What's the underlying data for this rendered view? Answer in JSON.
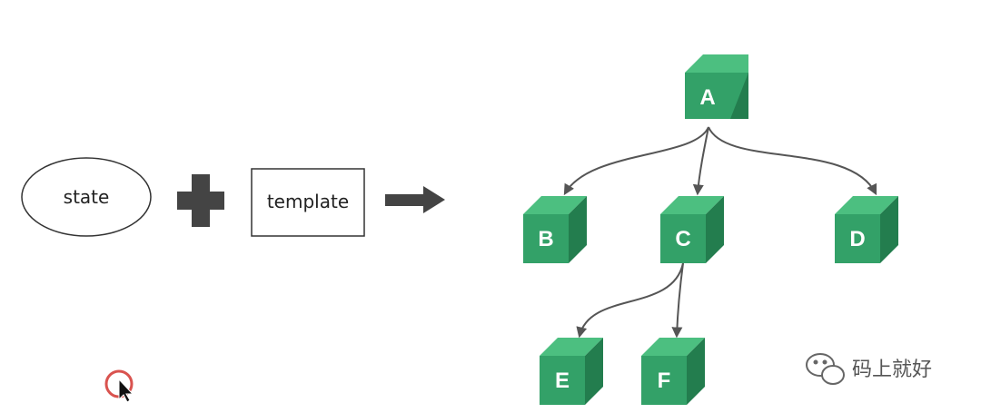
{
  "diagram": {
    "state_label": "state",
    "template_label": "template",
    "nodes": [
      {
        "id": "A",
        "label": "A"
      },
      {
        "id": "B",
        "label": "B"
      },
      {
        "id": "C",
        "label": "C"
      },
      {
        "id": "D",
        "label": "D"
      },
      {
        "id": "E",
        "label": "E"
      },
      {
        "id": "F",
        "label": "F"
      }
    ],
    "edges": [
      {
        "from": "A",
        "to": "B"
      },
      {
        "from": "A",
        "to": "C"
      },
      {
        "from": "A",
        "to": "D"
      },
      {
        "from": "C",
        "to": "E"
      },
      {
        "from": "C",
        "to": "F"
      }
    ]
  },
  "watermark": {
    "text": "码上就好",
    "icon": "wechat-icon"
  },
  "colors": {
    "cube_front": "#33a168",
    "cube_top": "#4cbf80",
    "cube_side": "#237d4e",
    "operator": "#444444",
    "edge": "#555555"
  }
}
